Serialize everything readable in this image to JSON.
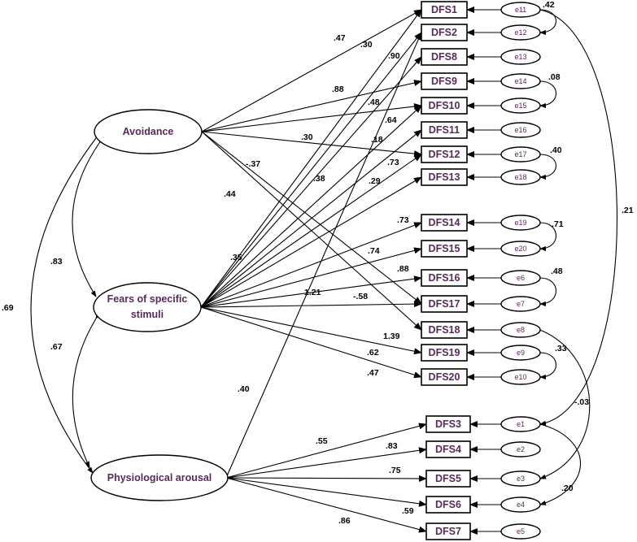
{
  "latents": [
    {
      "id": "avoidance",
      "label": "Avoidance"
    },
    {
      "id": "fears",
      "label1": "Fears of specific",
      "label2": "stimuli"
    },
    {
      "id": "physio",
      "label": "Physiological arousal"
    }
  ],
  "observed": [
    "DFS1",
    "DFS2",
    "DFS8",
    "DFS9",
    "DFS10",
    "DFS11",
    "DFS12",
    "DFS13",
    "DFS14",
    "DFS15",
    "DFS16",
    "DFS17",
    "DFS18",
    "DFS19",
    "DFS20",
    "DFS3",
    "DFS4",
    "DFS5",
    "DFS6",
    "DFS7"
  ],
  "errors": [
    "e11",
    "e12",
    "e13",
    "e14",
    "e15",
    "e16",
    "e17",
    "e18",
    "e19",
    "e20",
    "e6",
    "e7",
    "e8",
    "e9",
    "e10",
    "e1",
    "e2",
    "e3",
    "e4",
    "e5"
  ],
  "loadings": {
    "avoidance": [
      ".47",
      ".88",
      ".48",
      ".30",
      "-.37",
      ".44"
    ],
    "fears": [
      ".30",
      ".90",
      ".64",
      ".18",
      ".38",
      ".73",
      ".29",
      ".35",
      ".73",
      ".74",
      ".88",
      "1.21",
      "-.58",
      "1.39",
      ".62",
      ".47"
    ],
    "physio": [
      ".40",
      ".55",
      ".83",
      ".75",
      ".59",
      ".86"
    ]
  },
  "latent_correlations": [
    ".83",
    ".67",
    ".69"
  ],
  "error_correlations": [
    ".42",
    ".08",
    ".40",
    ".71",
    ".48",
    ".33",
    ".21",
    "-.03",
    ".20"
  ]
}
